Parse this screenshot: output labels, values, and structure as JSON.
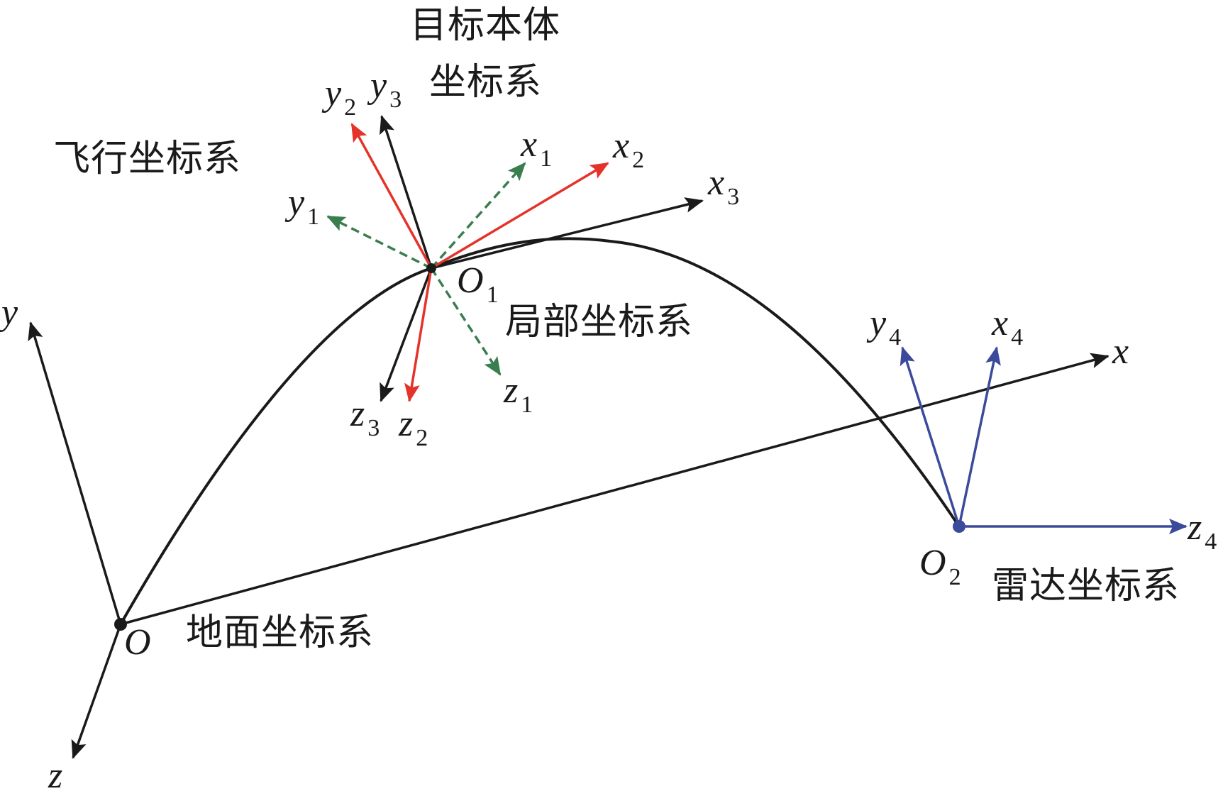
{
  "colors": {
    "ground": "#1a1a1a",
    "local": "#1a1a1a",
    "flight": "#3a7d4f",
    "body": "#e4332a",
    "radar": "#3b4a9a",
    "trajectory": "#1a1a1a"
  },
  "frames": {
    "ground": {
      "label": "地面坐标系",
      "origin": "O",
      "axes": {
        "x": "x",
        "y": "y",
        "z": "z"
      }
    },
    "local": {
      "label": "局部坐标系",
      "origin": "O",
      "origin_sub": "1",
      "axes": {
        "x": {
          "name": "x",
          "sub": "3"
        },
        "y": {
          "name": "y",
          "sub": "3"
        },
        "z": {
          "name": "z",
          "sub": "3"
        }
      }
    },
    "flight": {
      "label": "飞行坐标系",
      "axes": {
        "x": {
          "name": "x",
          "sub": "1"
        },
        "y": {
          "name": "y",
          "sub": "1"
        },
        "z": {
          "name": "z",
          "sub": "1"
        }
      }
    },
    "body": {
      "label_line1": "目标本体",
      "label_line2": "坐标系",
      "axes": {
        "x": {
          "name": "x",
          "sub": "2"
        },
        "y": {
          "name": "y",
          "sub": "2"
        },
        "z": {
          "name": "z",
          "sub": "2"
        }
      }
    },
    "radar": {
      "label": "雷达坐标系",
      "origin": "O",
      "origin_sub": "2",
      "axes": {
        "x": {
          "name": "x",
          "sub": "4"
        },
        "y": {
          "name": "y",
          "sub": "4"
        },
        "z": {
          "name": "z",
          "sub": "4"
        }
      }
    }
  }
}
